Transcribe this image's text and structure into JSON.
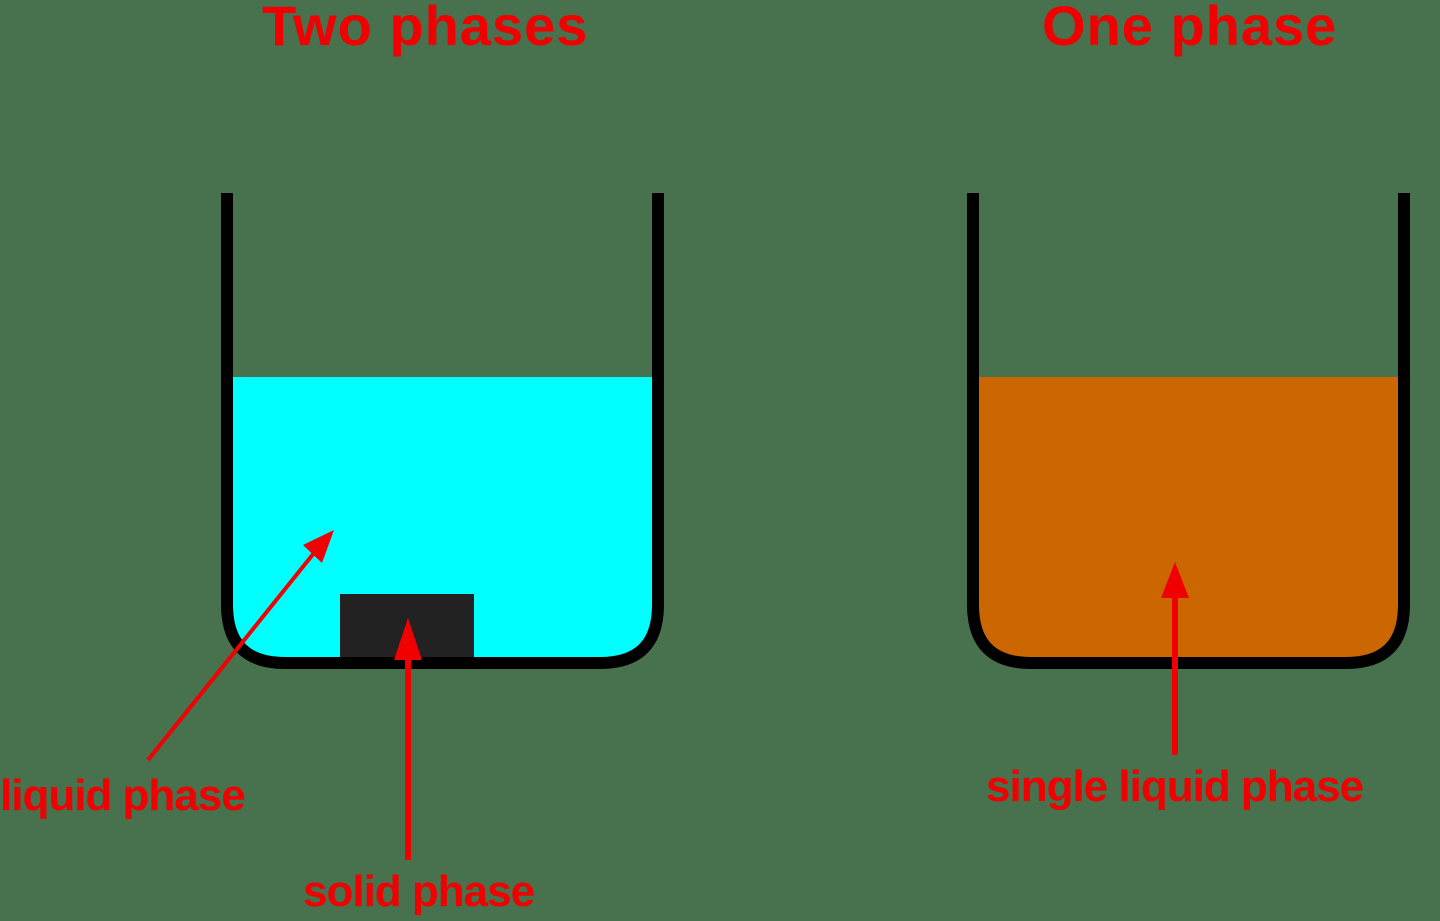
{
  "colors": {
    "background": "#48714e",
    "beaker_wall": "#000000",
    "liquid_two_phase": "#00ffff",
    "solid": "#222222",
    "liquid_one_phase": "#cc6600",
    "annotation": "#f00000"
  },
  "panels": [
    {
      "title": "Two phases",
      "labels": [
        {
          "text": "liquid phase",
          "points_to": "liquid (cyan)"
        },
        {
          "text": "solid phase",
          "points_to": "solid block at bottom"
        }
      ]
    },
    {
      "title": "One phase",
      "labels": [
        {
          "text": "single liquid phase",
          "points_to": "liquid (orange)"
        }
      ]
    }
  ]
}
